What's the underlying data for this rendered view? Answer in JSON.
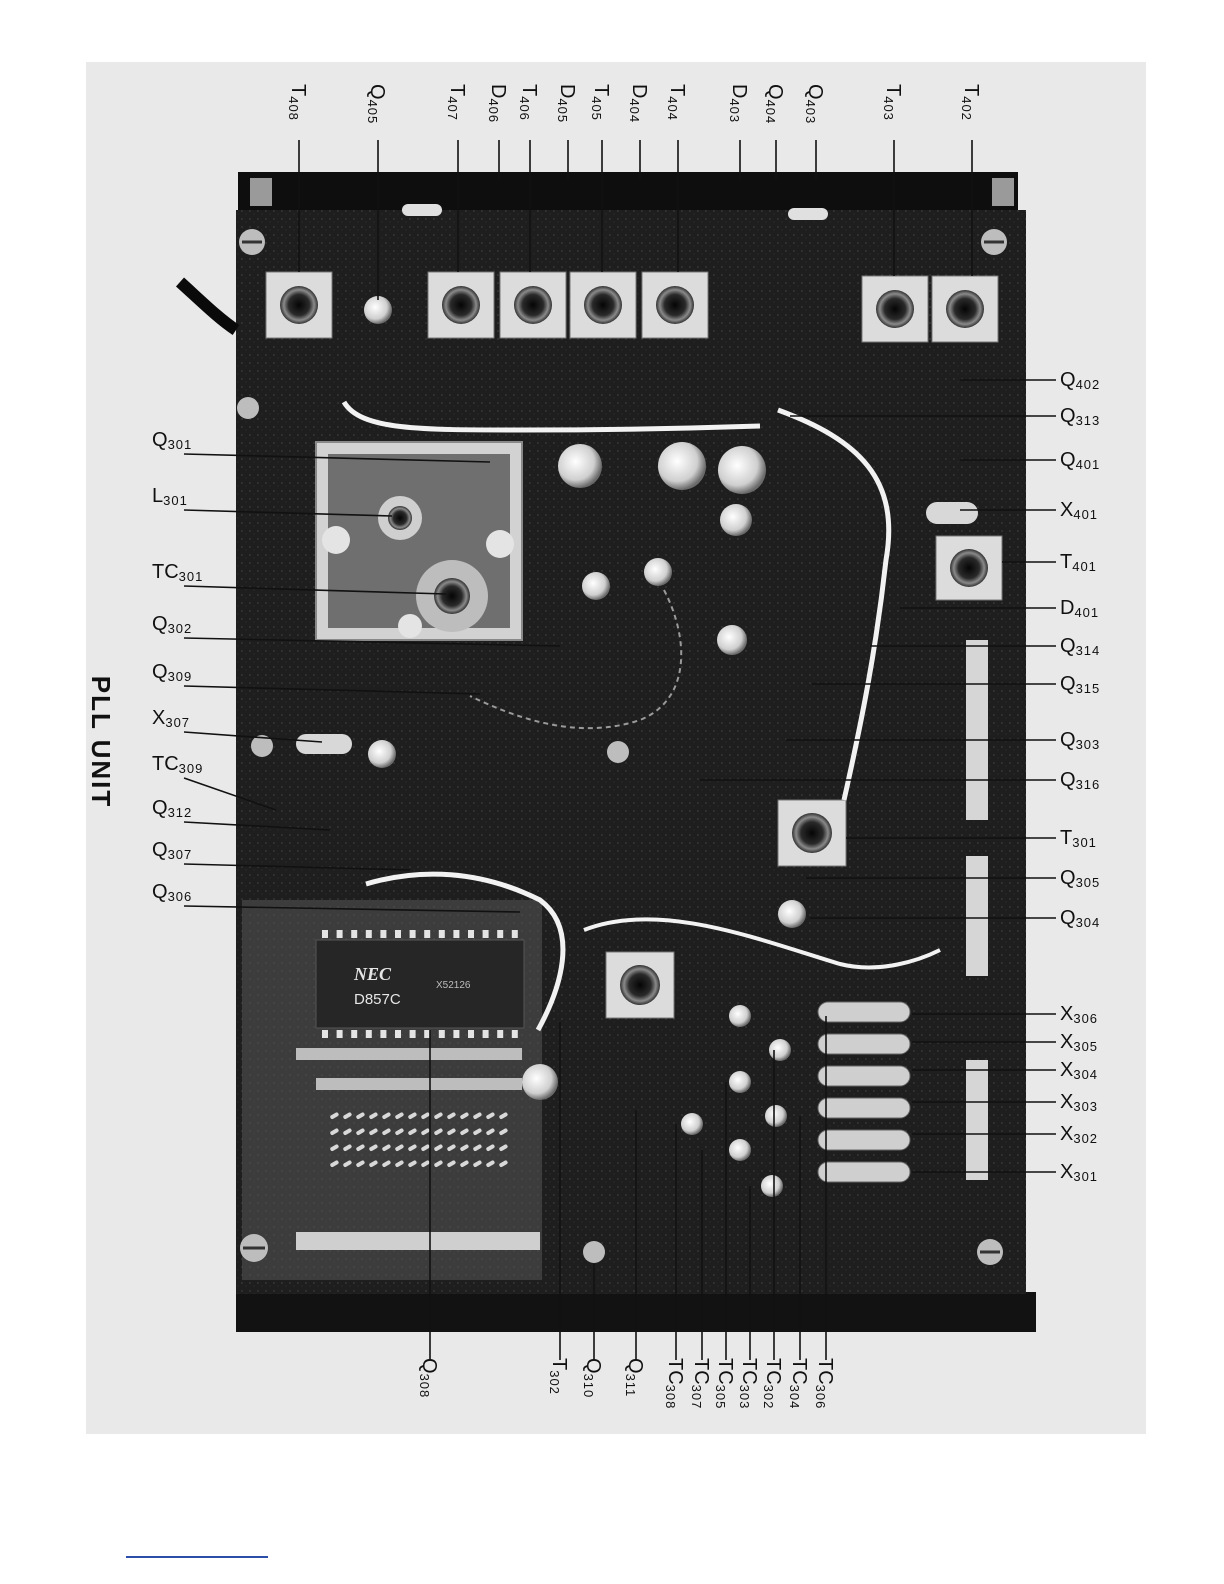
{
  "title": "PLL UNIT",
  "ic_marking": {
    "brand": "NEC",
    "part": "D857C",
    "code": "X52126"
  },
  "labels_top": [
    {
      "id": "T408",
      "p": "T",
      "s": "408"
    },
    {
      "id": "Q405",
      "p": "Q",
      "s": "405"
    },
    {
      "id": "T407",
      "p": "T",
      "s": "407"
    },
    {
      "id": "D406",
      "p": "D",
      "s": "406"
    },
    {
      "id": "T406",
      "p": "T",
      "s": "406"
    },
    {
      "id": "D405",
      "p": "D",
      "s": "405"
    },
    {
      "id": "T405",
      "p": "T",
      "s": "405"
    },
    {
      "id": "D404",
      "p": "D",
      "s": "404"
    },
    {
      "id": "T404",
      "p": "T",
      "s": "404"
    },
    {
      "id": "D403",
      "p": "D",
      "s": "403"
    },
    {
      "id": "Q404",
      "p": "Q",
      "s": "404"
    },
    {
      "id": "Q403",
      "p": "Q",
      "s": "403"
    },
    {
      "id": "T403",
      "p": "T",
      "s": "403"
    },
    {
      "id": "T402",
      "p": "T",
      "s": "402"
    }
  ],
  "labels_left": [
    {
      "id": "Q301",
      "p": "Q",
      "s": "301"
    },
    {
      "id": "L301",
      "p": "L",
      "s": "301"
    },
    {
      "id": "TC301",
      "p": "TC",
      "s": "301"
    },
    {
      "id": "Q302",
      "p": "Q",
      "s": "302"
    },
    {
      "id": "Q309",
      "p": "Q",
      "s": "309"
    },
    {
      "id": "X307",
      "p": "X",
      "s": "307"
    },
    {
      "id": "TC309",
      "p": "TC",
      "s": "309"
    },
    {
      "id": "Q312",
      "p": "Q",
      "s": "312"
    },
    {
      "id": "Q307",
      "p": "Q",
      "s": "307"
    },
    {
      "id": "Q306",
      "p": "Q",
      "s": "306"
    }
  ],
  "labels_right": [
    {
      "id": "Q402",
      "p": "Q",
      "s": "402"
    },
    {
      "id": "Q313",
      "p": "Q",
      "s": "313"
    },
    {
      "id": "Q401",
      "p": "Q",
      "s": "401"
    },
    {
      "id": "X401",
      "p": "X",
      "s": "401"
    },
    {
      "id": "T401",
      "p": "T",
      "s": "401"
    },
    {
      "id": "D401",
      "p": "D",
      "s": "401"
    },
    {
      "id": "Q314",
      "p": "Q",
      "s": "314"
    },
    {
      "id": "Q315",
      "p": "Q",
      "s": "315"
    },
    {
      "id": "Q303",
      "p": "Q",
      "s": "303"
    },
    {
      "id": "Q316",
      "p": "Q",
      "s": "316"
    },
    {
      "id": "T301",
      "p": "T",
      "s": "301"
    },
    {
      "id": "Q305",
      "p": "Q",
      "s": "305"
    },
    {
      "id": "Q304",
      "p": "Q",
      "s": "304"
    },
    {
      "id": "X306",
      "p": "X",
      "s": "306"
    },
    {
      "id": "X305",
      "p": "X",
      "s": "305"
    },
    {
      "id": "X304",
      "p": "X",
      "s": "304"
    },
    {
      "id": "X303",
      "p": "X",
      "s": "303"
    },
    {
      "id": "X302",
      "p": "X",
      "s": "302"
    },
    {
      "id": "X301",
      "p": "X",
      "s": "301"
    }
  ],
  "labels_bottom": [
    {
      "id": "Q308",
      "p": "Q",
      "s": "308"
    },
    {
      "id": "T302",
      "p": "T",
      "s": "302"
    },
    {
      "id": "Q310",
      "p": "Q",
      "s": "310"
    },
    {
      "id": "Q311",
      "p": "Q",
      "s": "311"
    },
    {
      "id": "TC308",
      "p": "TC",
      "s": "308"
    },
    {
      "id": "TC307",
      "p": "TC",
      "s": "307"
    },
    {
      "id": "TC305",
      "p": "TC",
      "s": "305"
    },
    {
      "id": "TC303",
      "p": "TC",
      "s": "303"
    },
    {
      "id": "TC302",
      "p": "TC",
      "s": "302"
    },
    {
      "id": "TC304",
      "p": "TC",
      "s": "304"
    },
    {
      "id": "TC306",
      "p": "TC",
      "s": "306"
    }
  ],
  "colors": {
    "ink": "#111111",
    "board": "#1c1c1c",
    "can": "#d8d8d8",
    "footer_rule": "#2b4fa8"
  }
}
